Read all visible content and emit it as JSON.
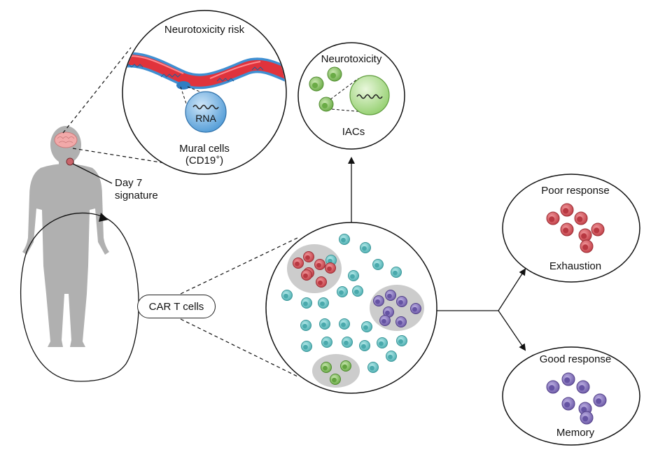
{
  "labels": {
    "neurotoxicity_risk": "Neurotoxicity risk",
    "rna": "RNA",
    "mural_cells": "Mural cells",
    "cd19": "(CD19",
    "cd19_sup": "+",
    "cd19_close": ")",
    "day7_line1": "Day 7",
    "day7_line2": "signature",
    "neurotoxicity": "Neurotoxicity",
    "iacs": "IACs",
    "car_t_cells": "CAR T cells",
    "poor_response": "Poor response",
    "exhaustion": "Exhaustion",
    "good_response": "Good response",
    "memory": "Memory"
  },
  "colors": {
    "teal_cell": "#6fc7c9",
    "red_cell": "#d9575e",
    "purple_cell": "#8a77c2",
    "green_cell": "#8ec86a",
    "vessel_red": "#e0333c",
    "mural_blue": "#3f8fd2",
    "body_gray": "#b0b0b0",
    "cluster_gray": "#cccccc"
  },
  "icons": [
    "human-body-icon",
    "brain-icon",
    "blood-vessel-icon",
    "rna-molecule-icon",
    "t-cell-icon"
  ]
}
